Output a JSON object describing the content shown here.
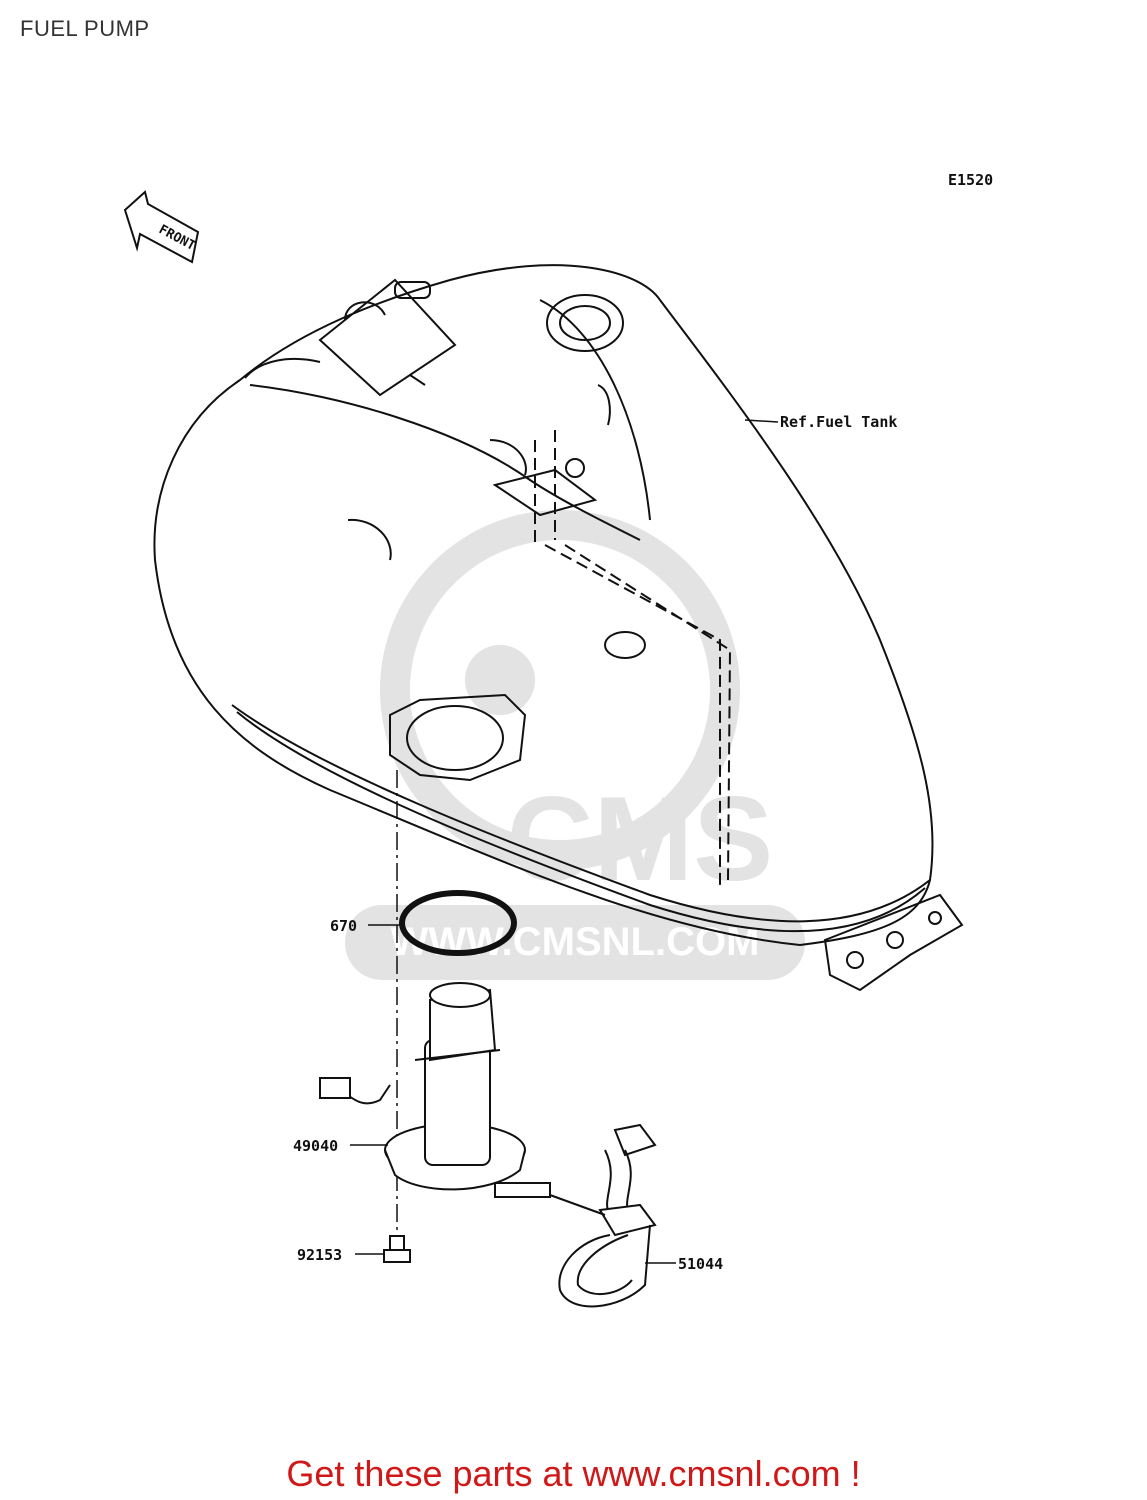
{
  "page": {
    "title": "FUEL PUMP"
  },
  "diagram": {
    "code": "E1520",
    "front_arrow_text": "FRONT",
    "watermark": {
      "logo_text": "CMS",
      "url_text": "WWW.CMSNL.COM"
    },
    "callouts": [
      {
        "part": "Ref.Fuel Tank"
      },
      {
        "part": "670"
      },
      {
        "part": "49040"
      },
      {
        "part": "92153"
      },
      {
        "part": "51044"
      }
    ]
  },
  "footer": {
    "link_text": "Get these parts at www.cmsnl.com !"
  },
  "colors": {
    "line": "#111111",
    "watermark": "#e3e3e3",
    "footer": "#d01818"
  }
}
